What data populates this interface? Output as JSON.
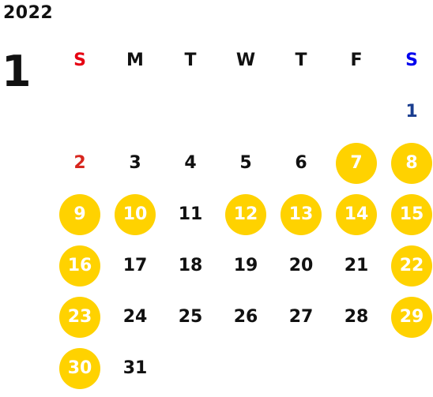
{
  "calendar": {
    "year": "2022",
    "month": "1",
    "weekdays": [
      {
        "label": "S",
        "color": "#e60012"
      },
      {
        "label": "M",
        "color": "#111111"
      },
      {
        "label": "T",
        "color": "#111111"
      },
      {
        "label": "W",
        "color": "#111111"
      },
      {
        "label": "T",
        "color": "#111111"
      },
      {
        "label": "F",
        "color": "#111111"
      },
      {
        "label": "S",
        "color": "#0000ee"
      }
    ],
    "leading_blanks": 6,
    "days": [
      {
        "d": "1",
        "highlight": false,
        "color": "#1a3d8f"
      },
      {
        "d": "2",
        "highlight": false,
        "color": "#d7261e"
      },
      {
        "d": "3",
        "highlight": false
      },
      {
        "d": "4",
        "highlight": false
      },
      {
        "d": "5",
        "highlight": false
      },
      {
        "d": "6",
        "highlight": false
      },
      {
        "d": "7",
        "highlight": true
      },
      {
        "d": "8",
        "highlight": true
      },
      {
        "d": "9",
        "highlight": true
      },
      {
        "d": "10",
        "highlight": true
      },
      {
        "d": "11",
        "highlight": false
      },
      {
        "d": "12",
        "highlight": true
      },
      {
        "d": "13",
        "highlight": true
      },
      {
        "d": "14",
        "highlight": true
      },
      {
        "d": "15",
        "highlight": true
      },
      {
        "d": "16",
        "highlight": true
      },
      {
        "d": "17",
        "highlight": false
      },
      {
        "d": "18",
        "highlight": false
      },
      {
        "d": "19",
        "highlight": false
      },
      {
        "d": "20",
        "highlight": false
      },
      {
        "d": "21",
        "highlight": false
      },
      {
        "d": "22",
        "highlight": true
      },
      {
        "d": "23",
        "highlight": true
      },
      {
        "d": "24",
        "highlight": false
      },
      {
        "d": "25",
        "highlight": false
      },
      {
        "d": "26",
        "highlight": false
      },
      {
        "d": "27",
        "highlight": false
      },
      {
        "d": "28",
        "highlight": false
      },
      {
        "d": "29",
        "highlight": true
      },
      {
        "d": "30",
        "highlight": true
      },
      {
        "d": "31",
        "highlight": false
      }
    ],
    "colors": {
      "highlight_bg": "#ffd200",
      "highlight_text": "#ffffff",
      "default_text": "#111111"
    }
  }
}
